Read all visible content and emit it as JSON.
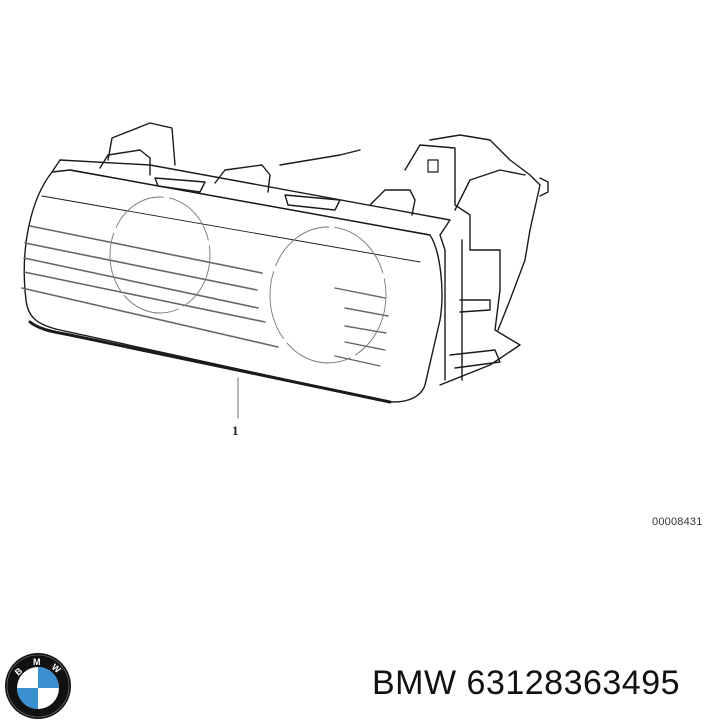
{
  "diagram": {
    "subject": "headlight assembly",
    "callout_number": "1",
    "reference_code": "00008431"
  },
  "footer": {
    "brand_logo": "bmw-roundel-logo",
    "logo_letters": [
      "B",
      "M",
      "W"
    ],
    "part_label": "BMW 63128363495"
  },
  "colors": {
    "line": "#1a1a1a",
    "logo_blue": "#3a8fd0",
    "logo_ring": "#111111",
    "logo_white": "#ffffff"
  }
}
